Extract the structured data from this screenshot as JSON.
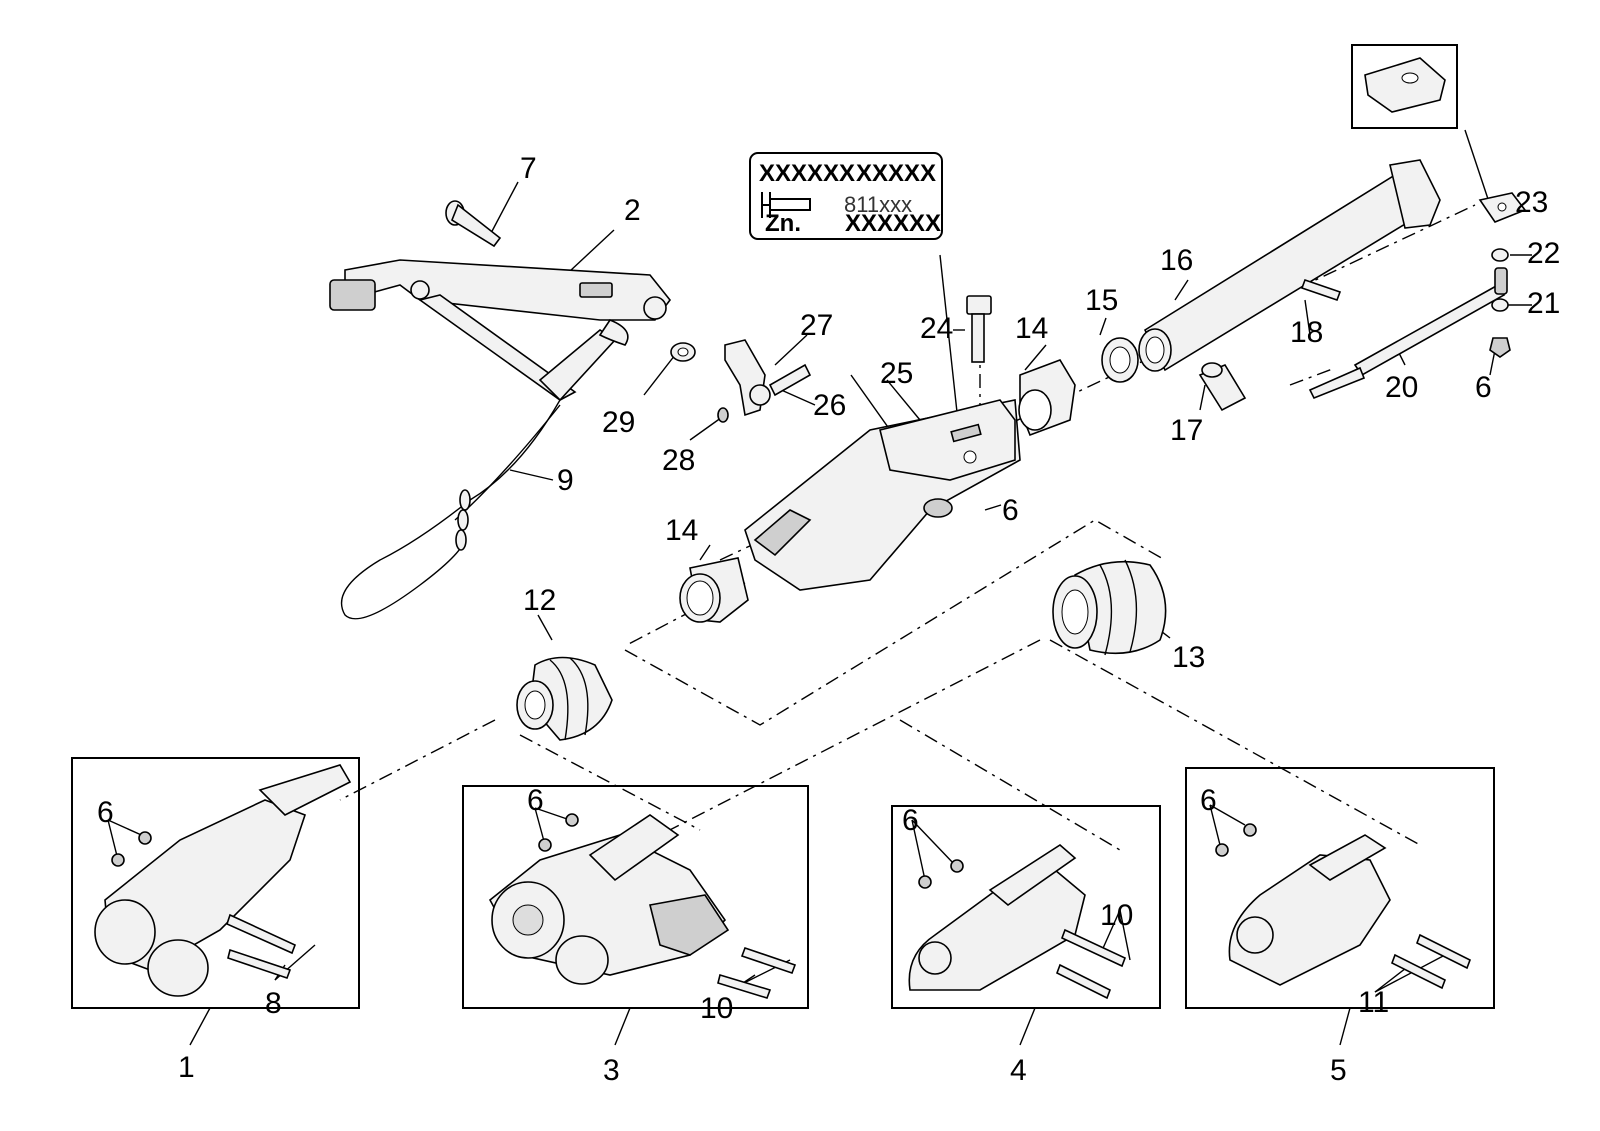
{
  "type_plate": {
    "line1_left": "XXXXXX",
    "line1_right": "XXXXX",
    "line2_right": "811xxx",
    "line3_left": "Zn.",
    "line3_right": "XXXXXX"
  },
  "callouts": {
    "c1": "1",
    "c2": "2",
    "c3": "3",
    "c4": "4",
    "c5": "5",
    "c6a": "6",
    "c6b": "6",
    "c6c": "6",
    "c6d": "6",
    "c6e": "6",
    "c6f": "6",
    "c7": "7",
    "c8": "8",
    "c9": "9",
    "c10a": "10",
    "c10b": "10",
    "c11": "11",
    "c12": "12",
    "c13": "13",
    "c14a": "14",
    "c14b": "14",
    "c15": "15",
    "c16": "16",
    "c17": "17",
    "c18": "18",
    "c20": "20",
    "c21": "21",
    "c22": "22",
    "c23": "23",
    "c24": "24",
    "c25": "25",
    "c26": "26",
    "c27": "27",
    "c28": "28",
    "c29": "29"
  }
}
